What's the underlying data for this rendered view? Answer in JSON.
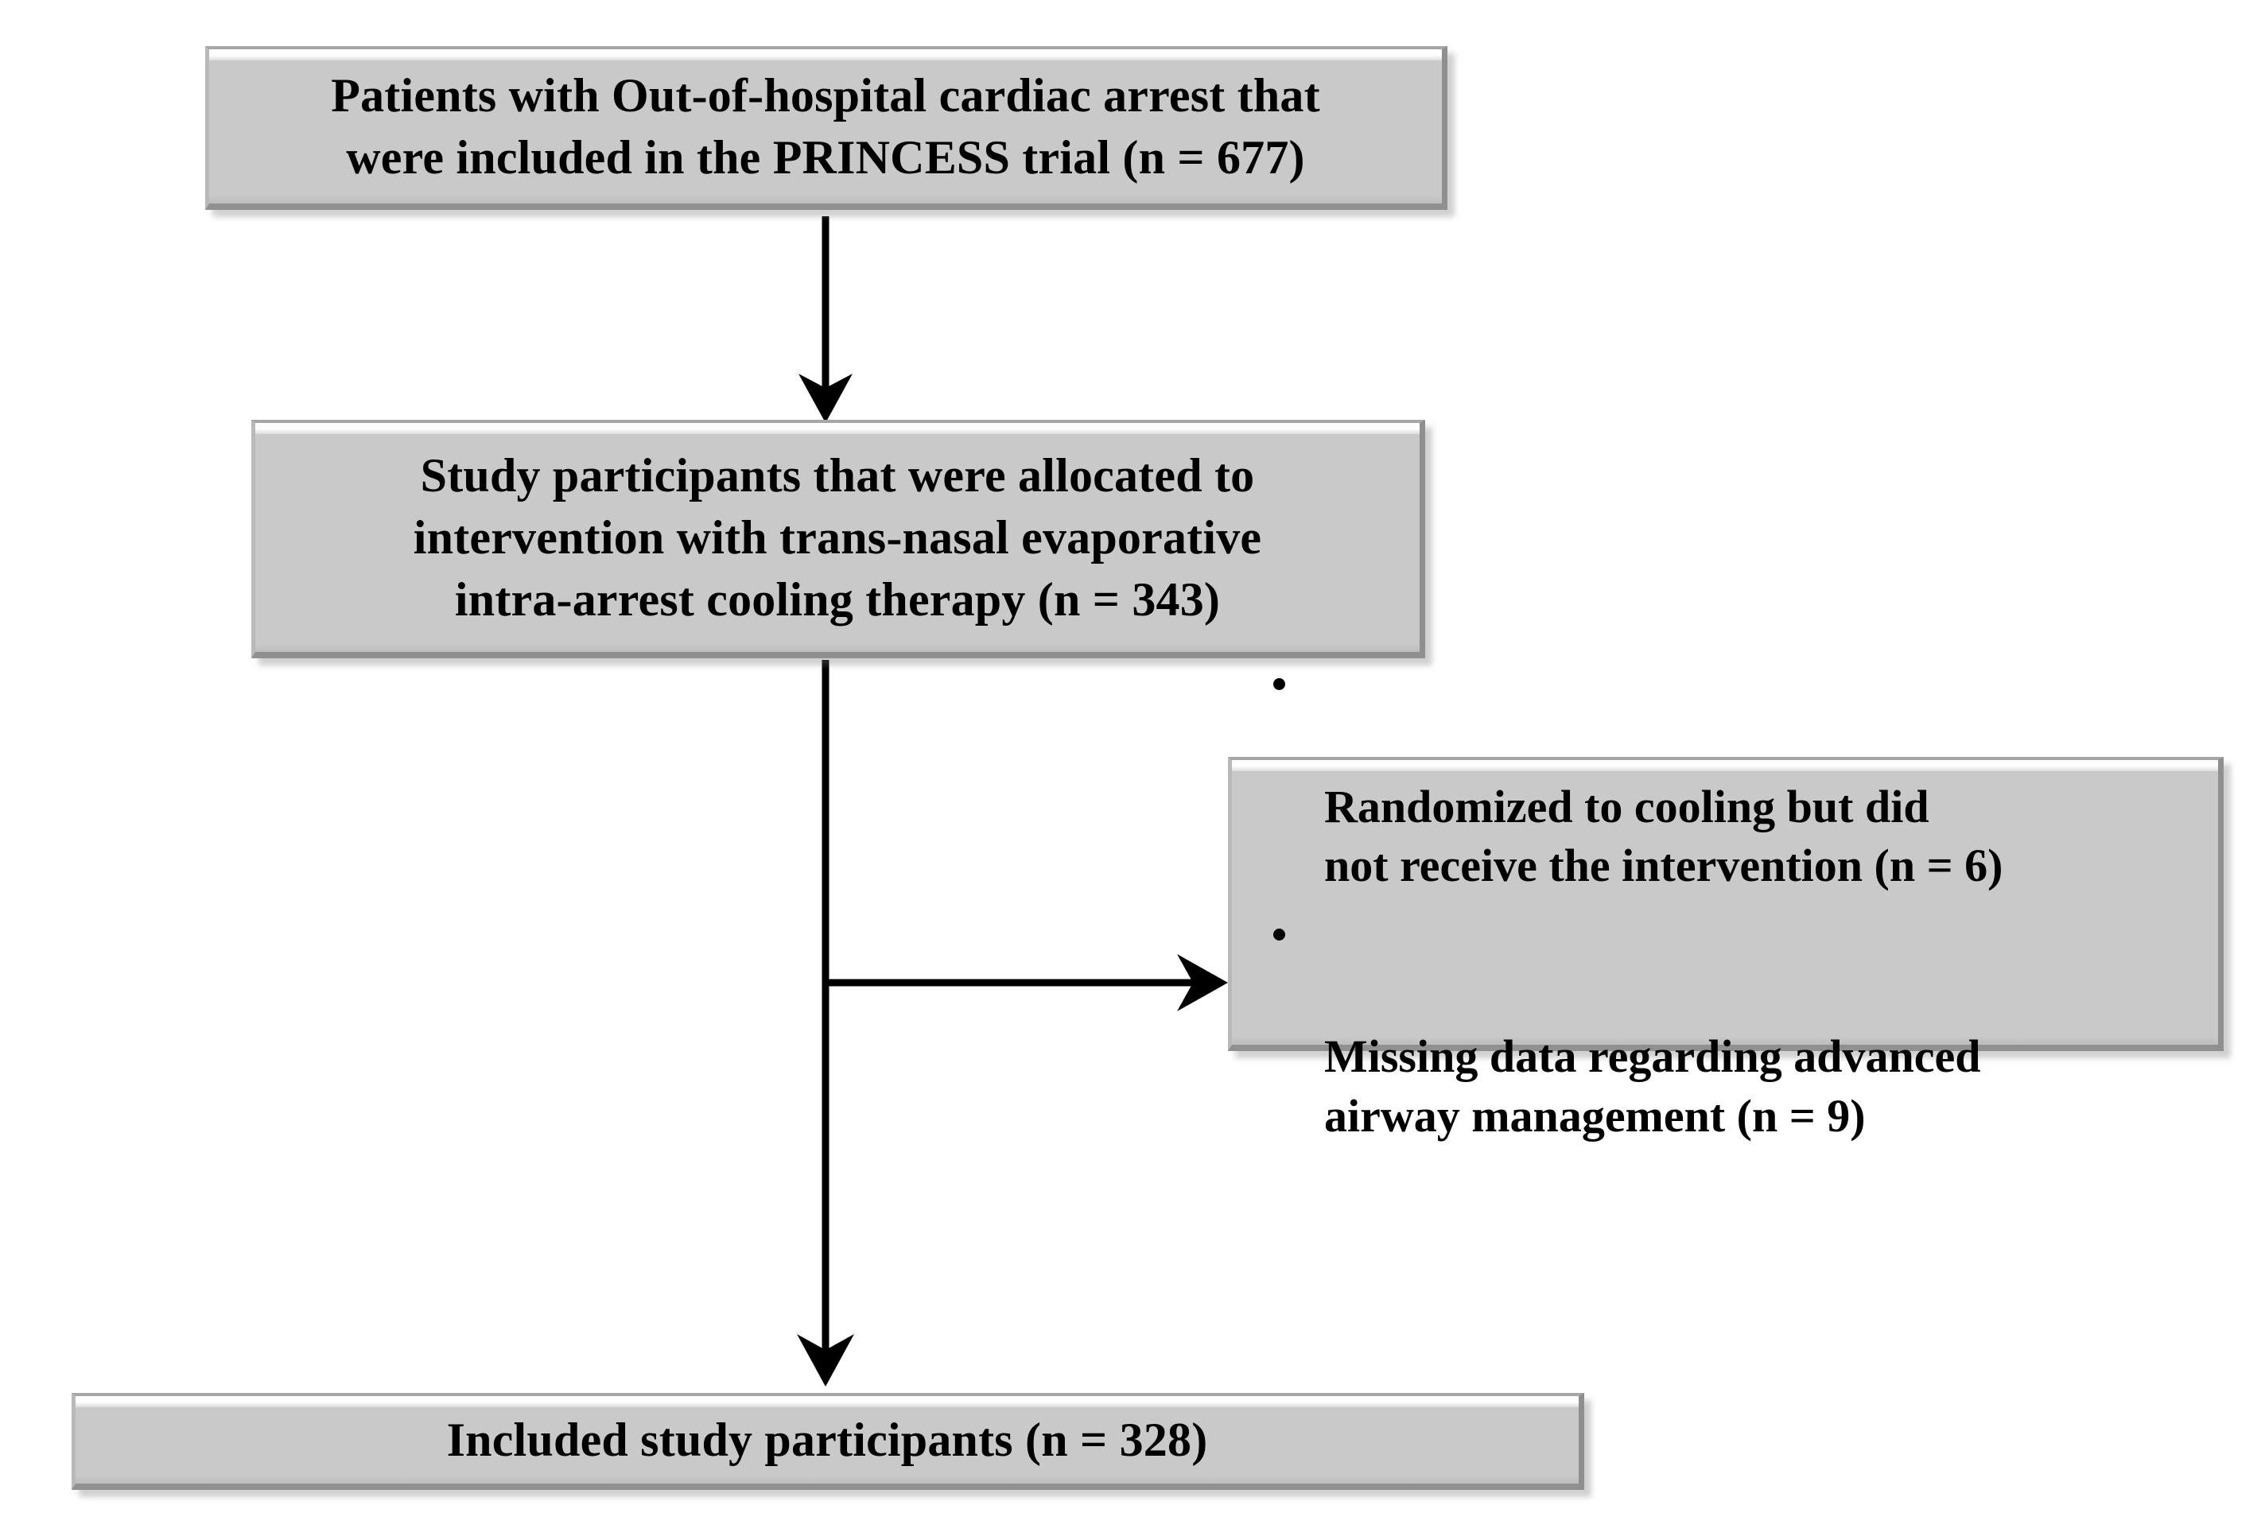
{
  "figure": {
    "type": "flow-diagram",
    "title": "PRINCESS trial participant flow",
    "background_color": "#ffffff",
    "box_fill_color": "#c9c9c9",
    "box_border_color": "#8f8f8f",
    "text_color": "#000000",
    "arrow_color": "#000000"
  },
  "nodes": {
    "enrolled": {
      "id": "enrolled",
      "text": "Patients with Out-of-hospital cardiac arrest that\nwere included in the PRINCESS trial (n = 677)",
      "n": 677
    },
    "allocated": {
      "id": "allocated",
      "text": "Study participants that were allocated to\nintervention with trans-nasal evaporative\nintra-arrest cooling therapy (n = 343)",
      "n": 343
    },
    "excluded": {
      "id": "excluded",
      "items": [
        {
          "text": "Randomized to cooling but did\nnot receive the intervention (n = 6)",
          "n": 6
        },
        {
          "text": "Missing data regarding advanced\nairway management (n = 9)",
          "n": 9
        }
      ]
    },
    "included": {
      "id": "included",
      "text": "Included study participants (n = 328)",
      "n": 328
    }
  },
  "edges": [
    {
      "id": "enrolled-to-allocated",
      "from": "enrolled",
      "to": "allocated",
      "direction": "down",
      "label": ""
    },
    {
      "id": "allocated-to-included",
      "from": "allocated",
      "to": "included",
      "direction": "down",
      "label": ""
    },
    {
      "id": "allocated-to-excluded",
      "from": "allocated",
      "to": "excluded",
      "direction": "right",
      "label": ""
    }
  ]
}
